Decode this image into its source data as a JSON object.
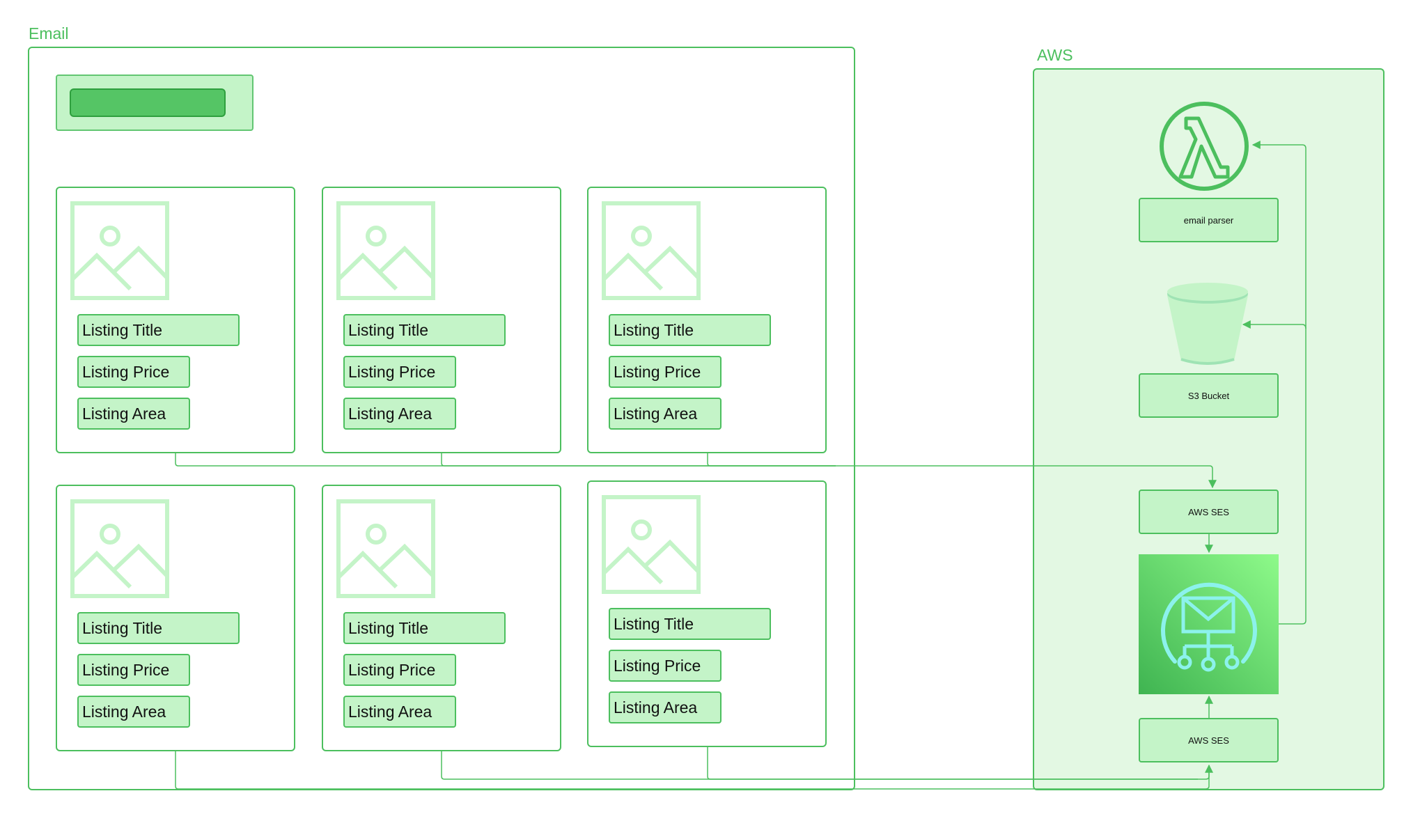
{
  "email_group": {
    "label": "Email"
  },
  "aws_group": {
    "label": "AWS"
  },
  "cards": [
    {
      "title": "Listing Title",
      "price": "Listing Price",
      "area": "Listing Area"
    },
    {
      "title": "Listing Title",
      "price": "Listing Price",
      "area": "Listing Area"
    },
    {
      "title": "Listing Title",
      "price": "Listing Price",
      "area": "Listing Area"
    },
    {
      "title": "Listing Title",
      "price": "Listing Price",
      "area": "Listing Area"
    },
    {
      "title": "Listing Title",
      "price": "Listing Price",
      "area": "Listing Area"
    },
    {
      "title": "Listing Title",
      "price": "Listing Price",
      "area": "Listing Area"
    }
  ],
  "aws_nodes": {
    "lambda": {
      "label": "email parser",
      "icon": "lambda-icon"
    },
    "s3": {
      "label": "S3 Bucket",
      "icon": "bucket-icon"
    },
    "ses_top": {
      "label": "AWS SES"
    },
    "ses_icon": {
      "icon": "email-distribution-icon"
    },
    "ses_bottom": {
      "label": "AWS SES"
    }
  },
  "colors": {
    "accent": "#4cbf5e",
    "node_fill": "#c4f4c8",
    "aws_bg": "#e3f8e3",
    "placeholder": "#c4f4c8"
  }
}
